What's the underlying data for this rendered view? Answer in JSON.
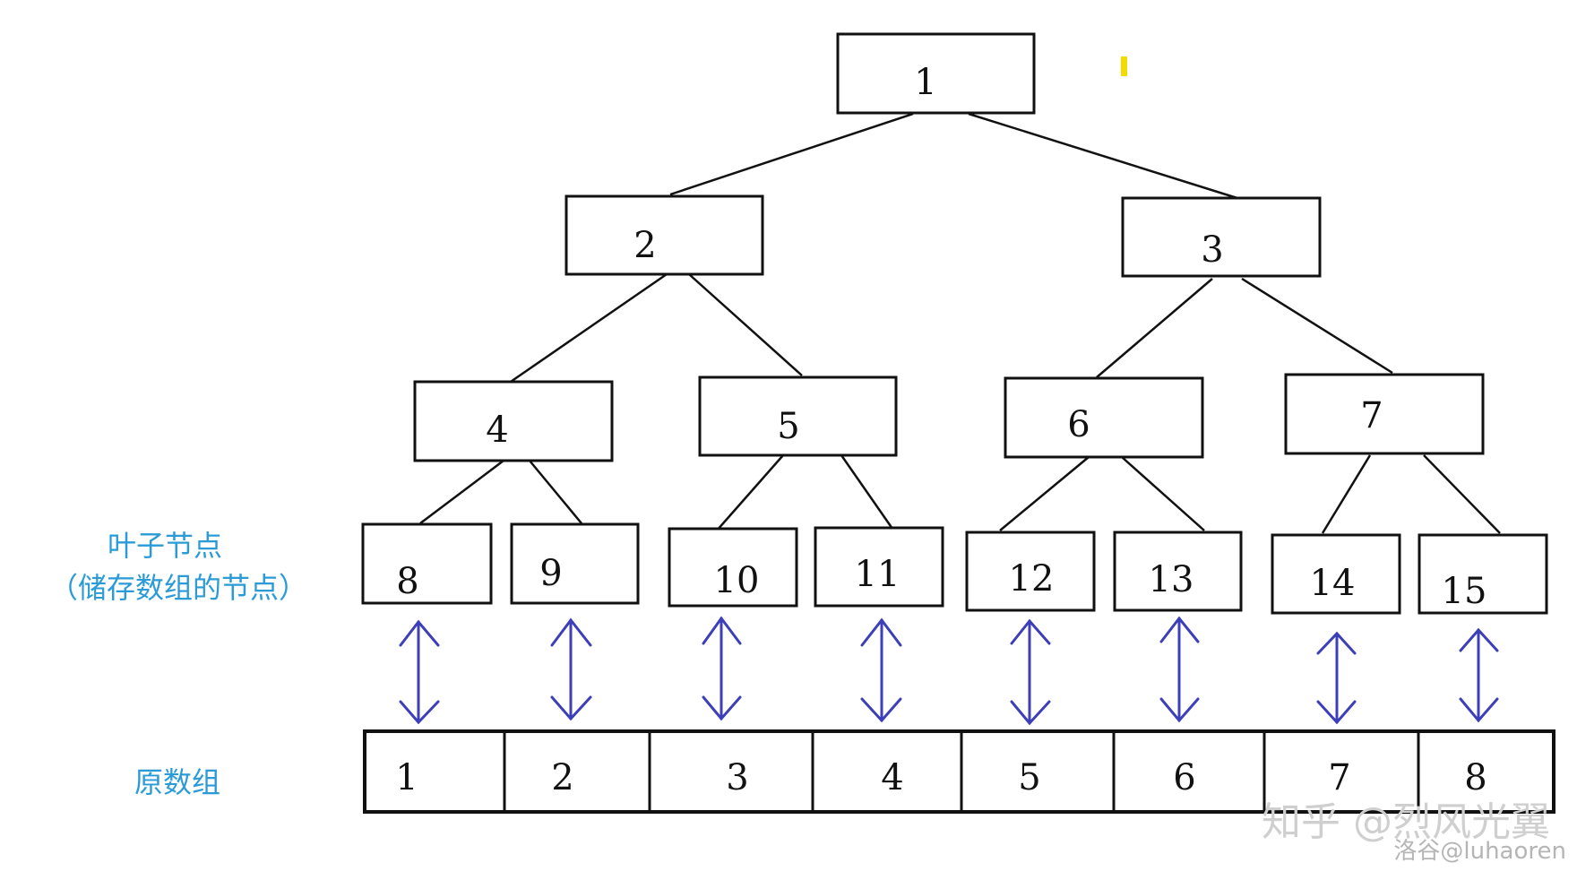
{
  "tree": {
    "nodes": [
      {
        "id": "node-1",
        "label": "1"
      },
      {
        "id": "node-2",
        "label": "2"
      },
      {
        "id": "node-3",
        "label": "3"
      },
      {
        "id": "node-4",
        "label": "4"
      },
      {
        "id": "node-5",
        "label": "5"
      },
      {
        "id": "node-6",
        "label": "6"
      },
      {
        "id": "node-7",
        "label": "7"
      },
      {
        "id": "node-8",
        "label": "8"
      },
      {
        "id": "node-9",
        "label": "9"
      },
      {
        "id": "node-10",
        "label": "10"
      },
      {
        "id": "node-11",
        "label": "11"
      },
      {
        "id": "node-12",
        "label": "12"
      },
      {
        "id": "node-13",
        "label": "13"
      },
      {
        "id": "node-14",
        "label": "14"
      },
      {
        "id": "node-15",
        "label": "15"
      }
    ],
    "edges": [
      [
        "1",
        "2"
      ],
      [
        "1",
        "3"
      ],
      [
        "2",
        "4"
      ],
      [
        "2",
        "5"
      ],
      [
        "3",
        "6"
      ],
      [
        "3",
        "7"
      ],
      [
        "4",
        "8"
      ],
      [
        "4",
        "9"
      ],
      [
        "5",
        "10"
      ],
      [
        "5",
        "11"
      ],
      [
        "6",
        "12"
      ],
      [
        "6",
        "13"
      ],
      [
        "7",
        "14"
      ],
      [
        "7",
        "15"
      ]
    ]
  },
  "leaf_label": {
    "line1": "叶子节点",
    "line2": "（储存数组的节点）"
  },
  "array": {
    "label": "原数组",
    "cells": [
      "1",
      "2",
      "3",
      "4",
      "5",
      "6",
      "7",
      "8"
    ]
  },
  "mapping_arrows": [
    [
      "8",
      "1"
    ],
    [
      "9",
      "2"
    ],
    [
      "10",
      "3"
    ],
    [
      "11",
      "4"
    ],
    [
      "12",
      "5"
    ],
    [
      "13",
      "6"
    ],
    [
      "14",
      "7"
    ],
    [
      "15",
      "8"
    ]
  ],
  "colors": {
    "line": "#111111",
    "arrow": "#3d3fb8",
    "label": "#2a9bd6",
    "watermark": "#cfcfcf",
    "marker": "#f2dc00"
  },
  "watermark": {
    "main": "知乎 @烈风光翼",
    "sub": "洛谷@luhaoren"
  }
}
